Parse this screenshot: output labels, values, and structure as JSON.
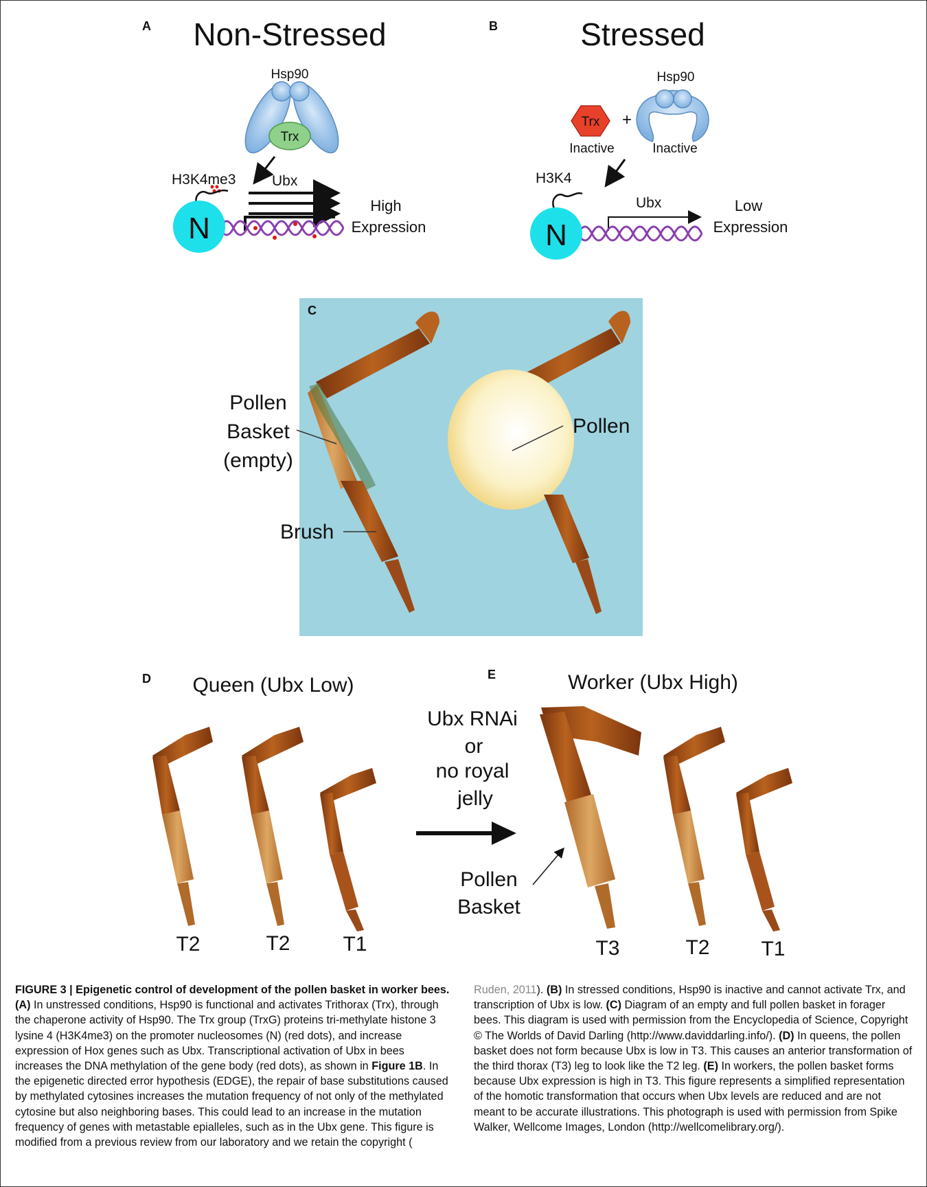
{
  "panels": {
    "a": {
      "letter": "A",
      "title": "Non-Stressed",
      "hsp90": "Hsp90",
      "trx": "Trx",
      "mark": "H3K4me3",
      "gene": "Ubx",
      "expr1": "High",
      "expr2": "Expression",
      "nuc": "N"
    },
    "b": {
      "letter": "B",
      "title": "Stressed",
      "hsp90": "Hsp90",
      "trx": "Trx",
      "plus": "+",
      "inactive1": "Inactive",
      "inactive2": "Inactive",
      "mark": "H3K4",
      "gene": "Ubx",
      "expr1": "Low",
      "expr2": "Expression",
      "nuc": "N"
    },
    "c": {
      "letter": "C",
      "basket1": "Pollen",
      "basket2": "Basket",
      "basket3": "(empty)",
      "brush": "Brush",
      "pollen": "Pollen"
    },
    "d": {
      "letter": "D",
      "title": "Queen (Ubx  Low)",
      "legs": [
        "T2",
        "T2",
        "T1"
      ]
    },
    "e": {
      "letter": "E",
      "title": "Worker (Ubx  High)",
      "legs": [
        "T3",
        "T2",
        "T1"
      ],
      "basket1": "Pollen",
      "basket2": "Basket"
    },
    "arrow": {
      "line1": "Ubx RNAi",
      "line2": "or",
      "line3": "no royal",
      "line4": "jelly"
    }
  },
  "caption": {
    "heading": "FIGURE 3 | Epigenetic control of development of the pollen basket in worker bees.",
    "a_label": "(A)",
    "a_text1": " In unstressed conditions, Hsp90 is functional and activates Trithorax (Trx), through the chaperone activity of Hsp90. The Trx group (TrxG) proteins tri-methylate histone 3 lysine 4 (H3K4me3) on the promoter nucleosomes (N) (red dots), and increase expression of Hox genes such as Ubx. Transcriptional activation of Ubx in bees increases the DNA methylation of the gene body (red dots), as shown in ",
    "fig_ref": "Figure 1B",
    "a_text2": ". In the epigenetic directed error hypothesis (EDGE), the repair of base substitutions caused by methylated cytosines increases the mutation frequency of not only of the methylated cytosine but also neighboring bases. This could lead to an increase in the mutation frequency of genes with metastable epialleles, such as in the Ubx gene. This figure is modified from a previous review from our laboratory and we retain the copyright (",
    "citation": "Ruden, 2011",
    "a_text3": "). ",
    "b_label": "(B)",
    "b_text": " In stressed conditions, Hsp90 is inactive and cannot activate Trx, and transcription of Ubx is low. ",
    "c_label": "(C)",
    "c_text": " Diagram of an empty and full pollen basket in forager bees. This diagram is used with permission from the Encyclopedia of Science, Copyright © The Worlds of David Darling (http://www.daviddarling.info/). ",
    "d_label": "(D)",
    "d_text": " In queens, the pollen basket does not form because Ubx is low in T3. This causes an anterior transformation of the third thorax (T3) leg to look like the T2 leg. ",
    "e_label": "(E)",
    "e_text": " In workers, the pollen basket forms because Ubx expression is high in T3. This figure represents a simplified representation of the homotic transformation that occurs when Ubx levels are reduced and are not meant to be accurate illustrations. This photograph is used with permission from Spike Walker, Wellcome Images, London (http://wellcomelibrary.org/)."
  },
  "colors": {
    "nucleosome": "#1ee0ea",
    "dna": "#8a3fae",
    "hsp90": "#8fbde8",
    "trx_active": "#8fd08a",
    "trx_inactive": "#e8412a",
    "pollen_bg": "#9fd3df",
    "leg": "#a8521c"
  }
}
